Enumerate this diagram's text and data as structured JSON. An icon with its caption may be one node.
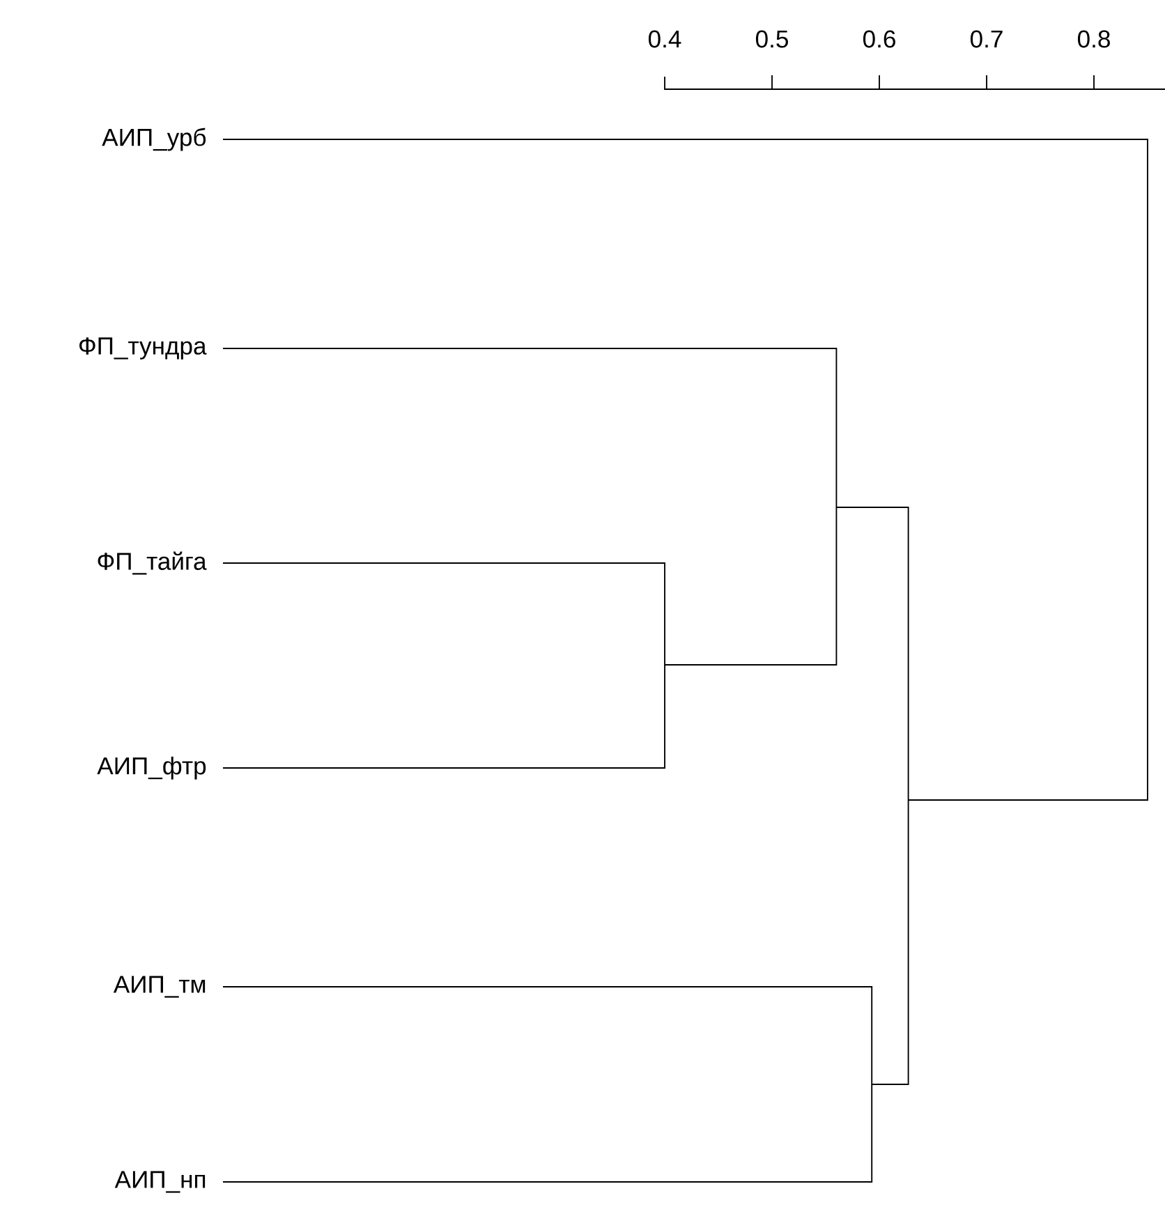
{
  "diagram": {
    "nodes": [
      {
        "text": [
          "АИП_урб"
        ]
      },
      {
        "text": [
          "ФП_тундра"
        ]
      },
      {
        "text": [
          "ФП_тайга"
        ]
      },
      {
        "text": [
          "АИП_фтр"
        ]
      },
      {
        "text": [
          "АИП_тм"
        ]
      },
      {
        "text": [
          "АИП_нп"
        ]
      }
    ],
    "labels": [
      "0.4",
      "0.5",
      "0.6",
      "0.7",
      "0.8"
    ]
  }
}
